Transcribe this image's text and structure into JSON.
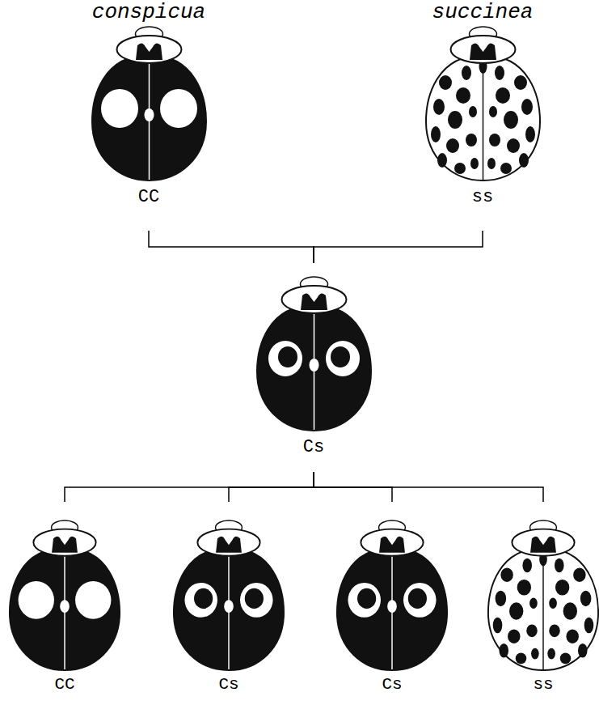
{
  "diagram": {
    "nodes": [
      {
        "text": [
          "conspicua",
          "CC"
        ]
      },
      {
        "text": [
          "succinea",
          "ss"
        ]
      },
      {
        "text": [
          "Cs"
        ]
      },
      {
        "text": [
          "CC"
        ]
      },
      {
        "text": [
          "Cs"
        ]
      },
      {
        "text": [
          "Cs"
        ]
      },
      {
        "text": [
          "ss"
        ]
      }
    ],
    "edges": [
      {
        "from": 0,
        "to": 2,
        "arrow": "none"
      },
      {
        "from": 1,
        "to": 2,
        "arrow": "none"
      },
      {
        "from": 2,
        "to": 3,
        "arrow": "none"
      },
      {
        "from": 2,
        "to": 4,
        "arrow": "none"
      },
      {
        "from": 2,
        "to": 5,
        "arrow": "none"
      },
      {
        "from": 2,
        "to": 6,
        "arrow": "none"
      }
    ]
  }
}
